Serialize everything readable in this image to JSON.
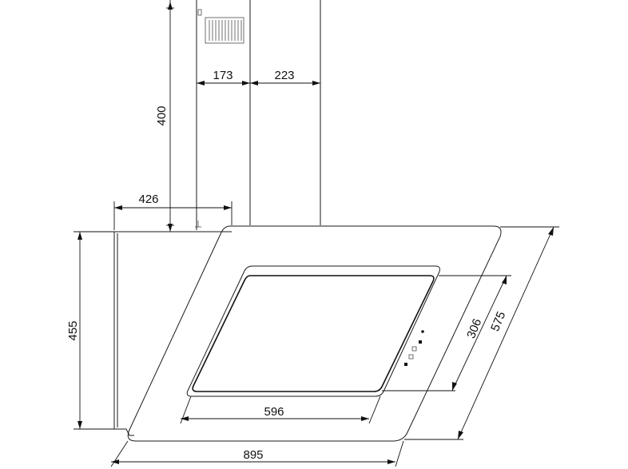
{
  "dimensions": {
    "chimney_upper_height": "400",
    "chimney_left_width": "173",
    "chimney_right_width": "223",
    "chimney_offset": "426",
    "hood_height": "455",
    "panel_diagonal": "575",
    "window_diagonal": "306",
    "window_width": "596",
    "hood_width": "895"
  }
}
